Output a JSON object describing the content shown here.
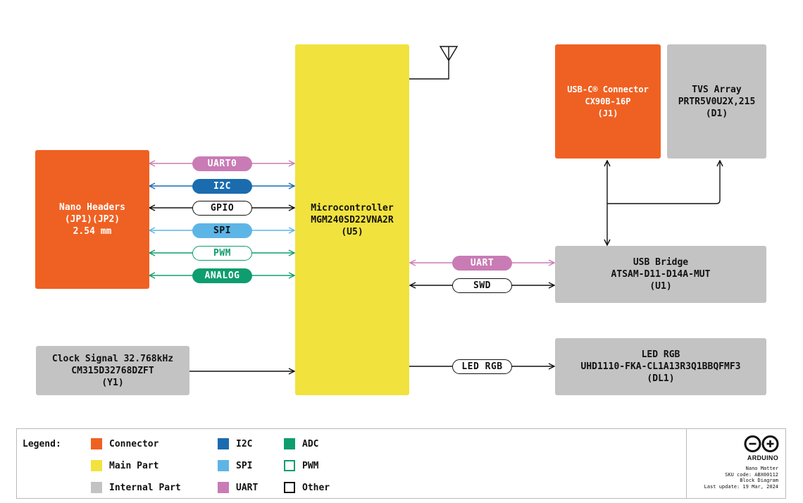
{
  "blocks": {
    "nano_headers": {
      "line1": "Nano Headers",
      "line2": "(JP1)(JP2)",
      "line3": "2.54 mm"
    },
    "microcontroller": {
      "line1": "Microcontroller",
      "line2": "MGM240SD22VNA2R",
      "line3": "(U5)"
    },
    "usb_c": {
      "line1": "USB-C® Connector",
      "line2": "CX90B-16P",
      "line3": "(J1)"
    },
    "tvs": {
      "line1": "TVS Array",
      "line2": "PRTR5V0U2X,215",
      "line3": "(D1)"
    },
    "usb_bridge": {
      "line1": "USB Bridge",
      "line2": "ATSAM-D11-D14A-MUT",
      "line3": "(U1)"
    },
    "led_rgb": {
      "line1": "LED RGB",
      "line2": "UHD1110-FKA-CL1A13R3Q1BBQFMF3",
      "line3": "(DL1)"
    },
    "clock": {
      "line1": "Clock Signal 32.768kHz",
      "line2": "CM315D32768DZFT",
      "line3": "(Y1)"
    }
  },
  "buses": {
    "uart0": "UART0",
    "i2c": "I2C",
    "gpio": "GPIO",
    "spi": "SPI",
    "pwm": "PWM",
    "analog": "ANALOG",
    "uart": "UART",
    "swd": "SWD",
    "led_rgb": "LED RGB"
  },
  "legend": {
    "title": "Legend:",
    "items": {
      "connector": "Connector",
      "main_part": "Main Part",
      "internal_part": "Internal Part",
      "i2c": "I2C",
      "spi": "SPI",
      "uart": "UART",
      "adc": "ADC",
      "pwm": "PWM",
      "other": "Other"
    }
  },
  "brand": {
    "name": "ARDUINO",
    "product": "Nano Matter",
    "sku": "SKU code: ABX00112",
    "doc": "Block Diagram",
    "updated": "Last update: 19 Mar, 2024"
  },
  "colors": {
    "connector": "#EF6122",
    "main_part": "#F1E23E",
    "internal_part": "#C3C3C3",
    "i2c": "#1A6CAF",
    "spi": "#5DB5E6",
    "uart": "#C97BB5",
    "adc": "#0E9D6E",
    "pwm": "#0E9D6E",
    "other": "#111111"
  }
}
